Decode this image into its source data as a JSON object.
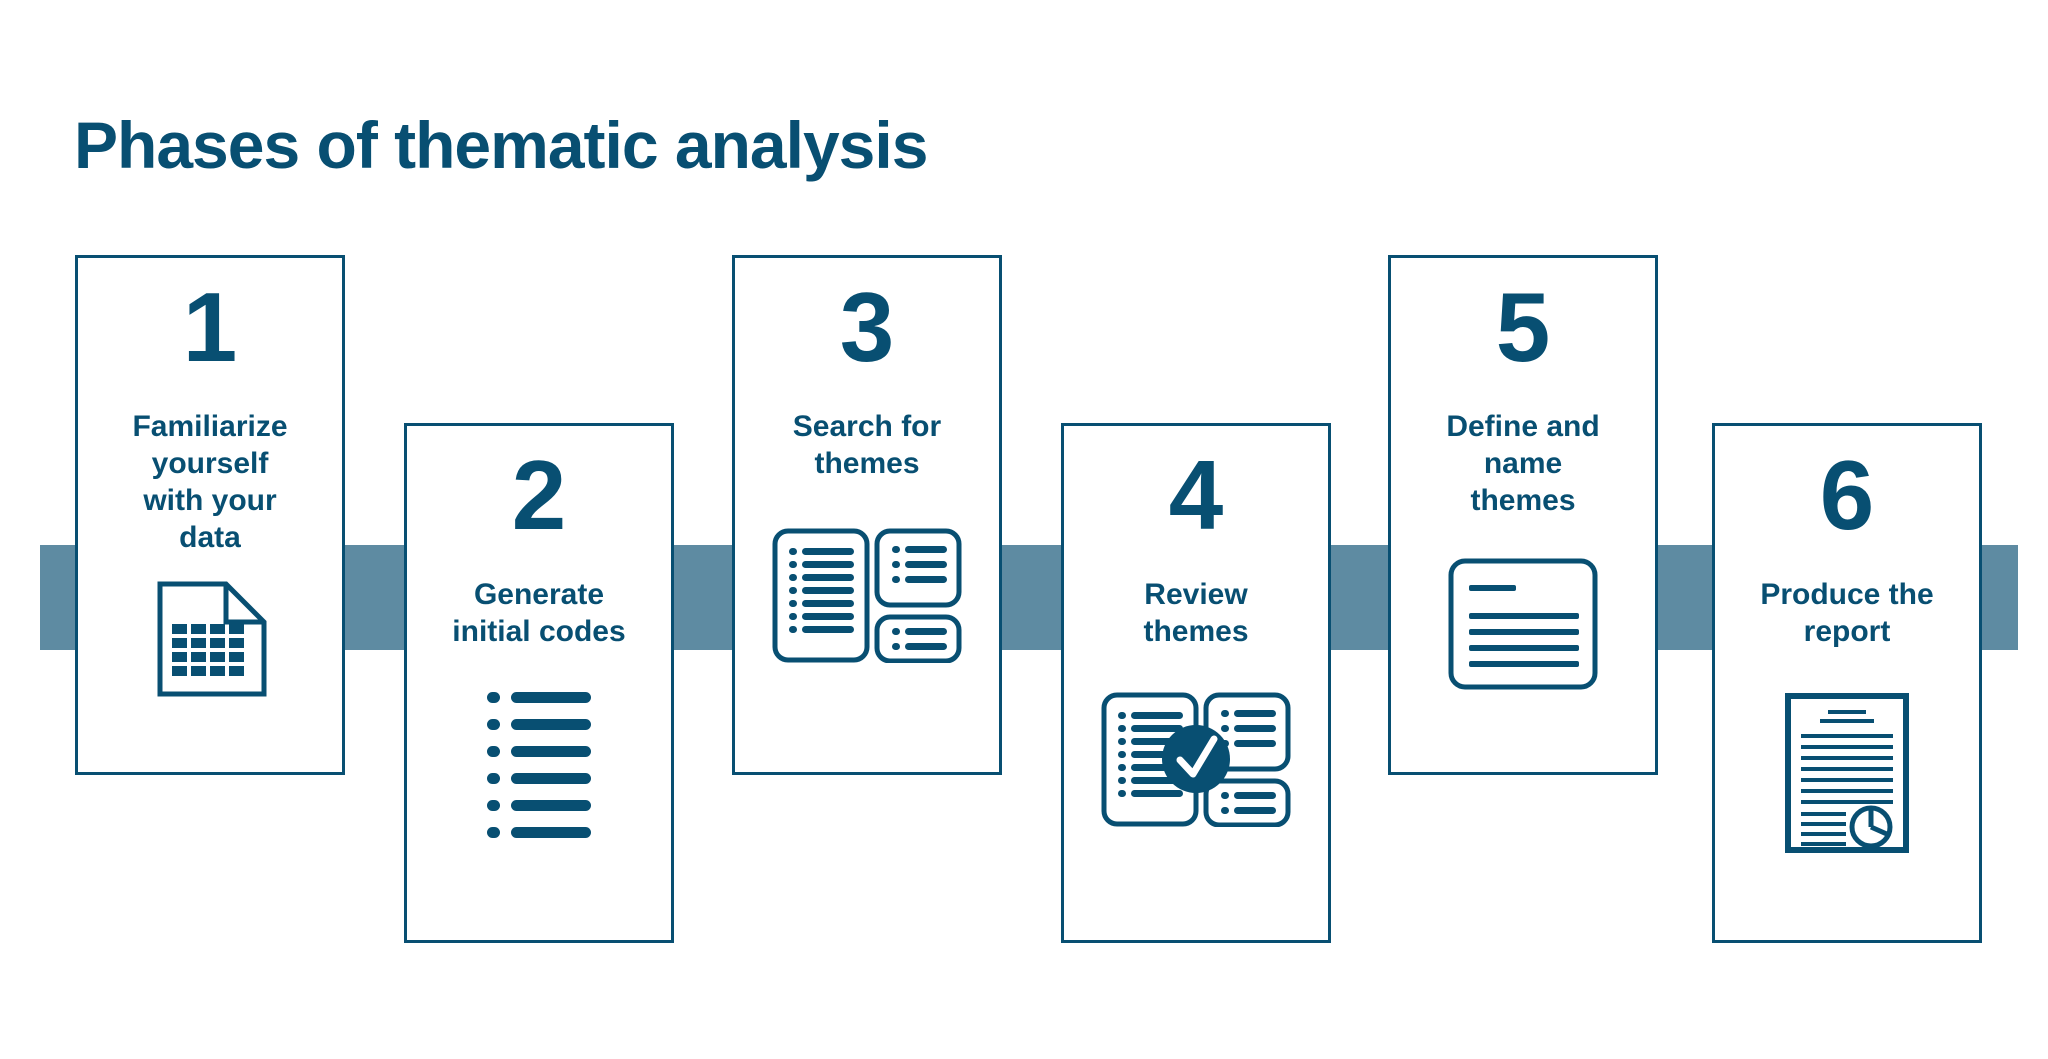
{
  "title": "Phases of thematic analysis",
  "colors": {
    "ink": "#084f72",
    "band": "#5e8ba2",
    "background": "#ffffff",
    "check_mark": "#ffffff"
  },
  "phases": [
    {
      "number": "1",
      "label": "Familiarize\nyourself\nwith your\ndata",
      "icon": "spreadsheet-document-icon"
    },
    {
      "number": "2",
      "label": "Generate\ninitial codes",
      "icon": "bullet-list-icon"
    },
    {
      "number": "3",
      "label": "Search for\nthemes",
      "icon": "theme-cards-icon"
    },
    {
      "number": "4",
      "label": "Review\nthemes",
      "icon": "theme-cards-check-icon"
    },
    {
      "number": "5",
      "label": "Define and\nname\nthemes",
      "icon": "document-lines-icon"
    },
    {
      "number": "6",
      "label": "Produce the\nreport",
      "icon": "report-piechart-icon"
    }
  ]
}
